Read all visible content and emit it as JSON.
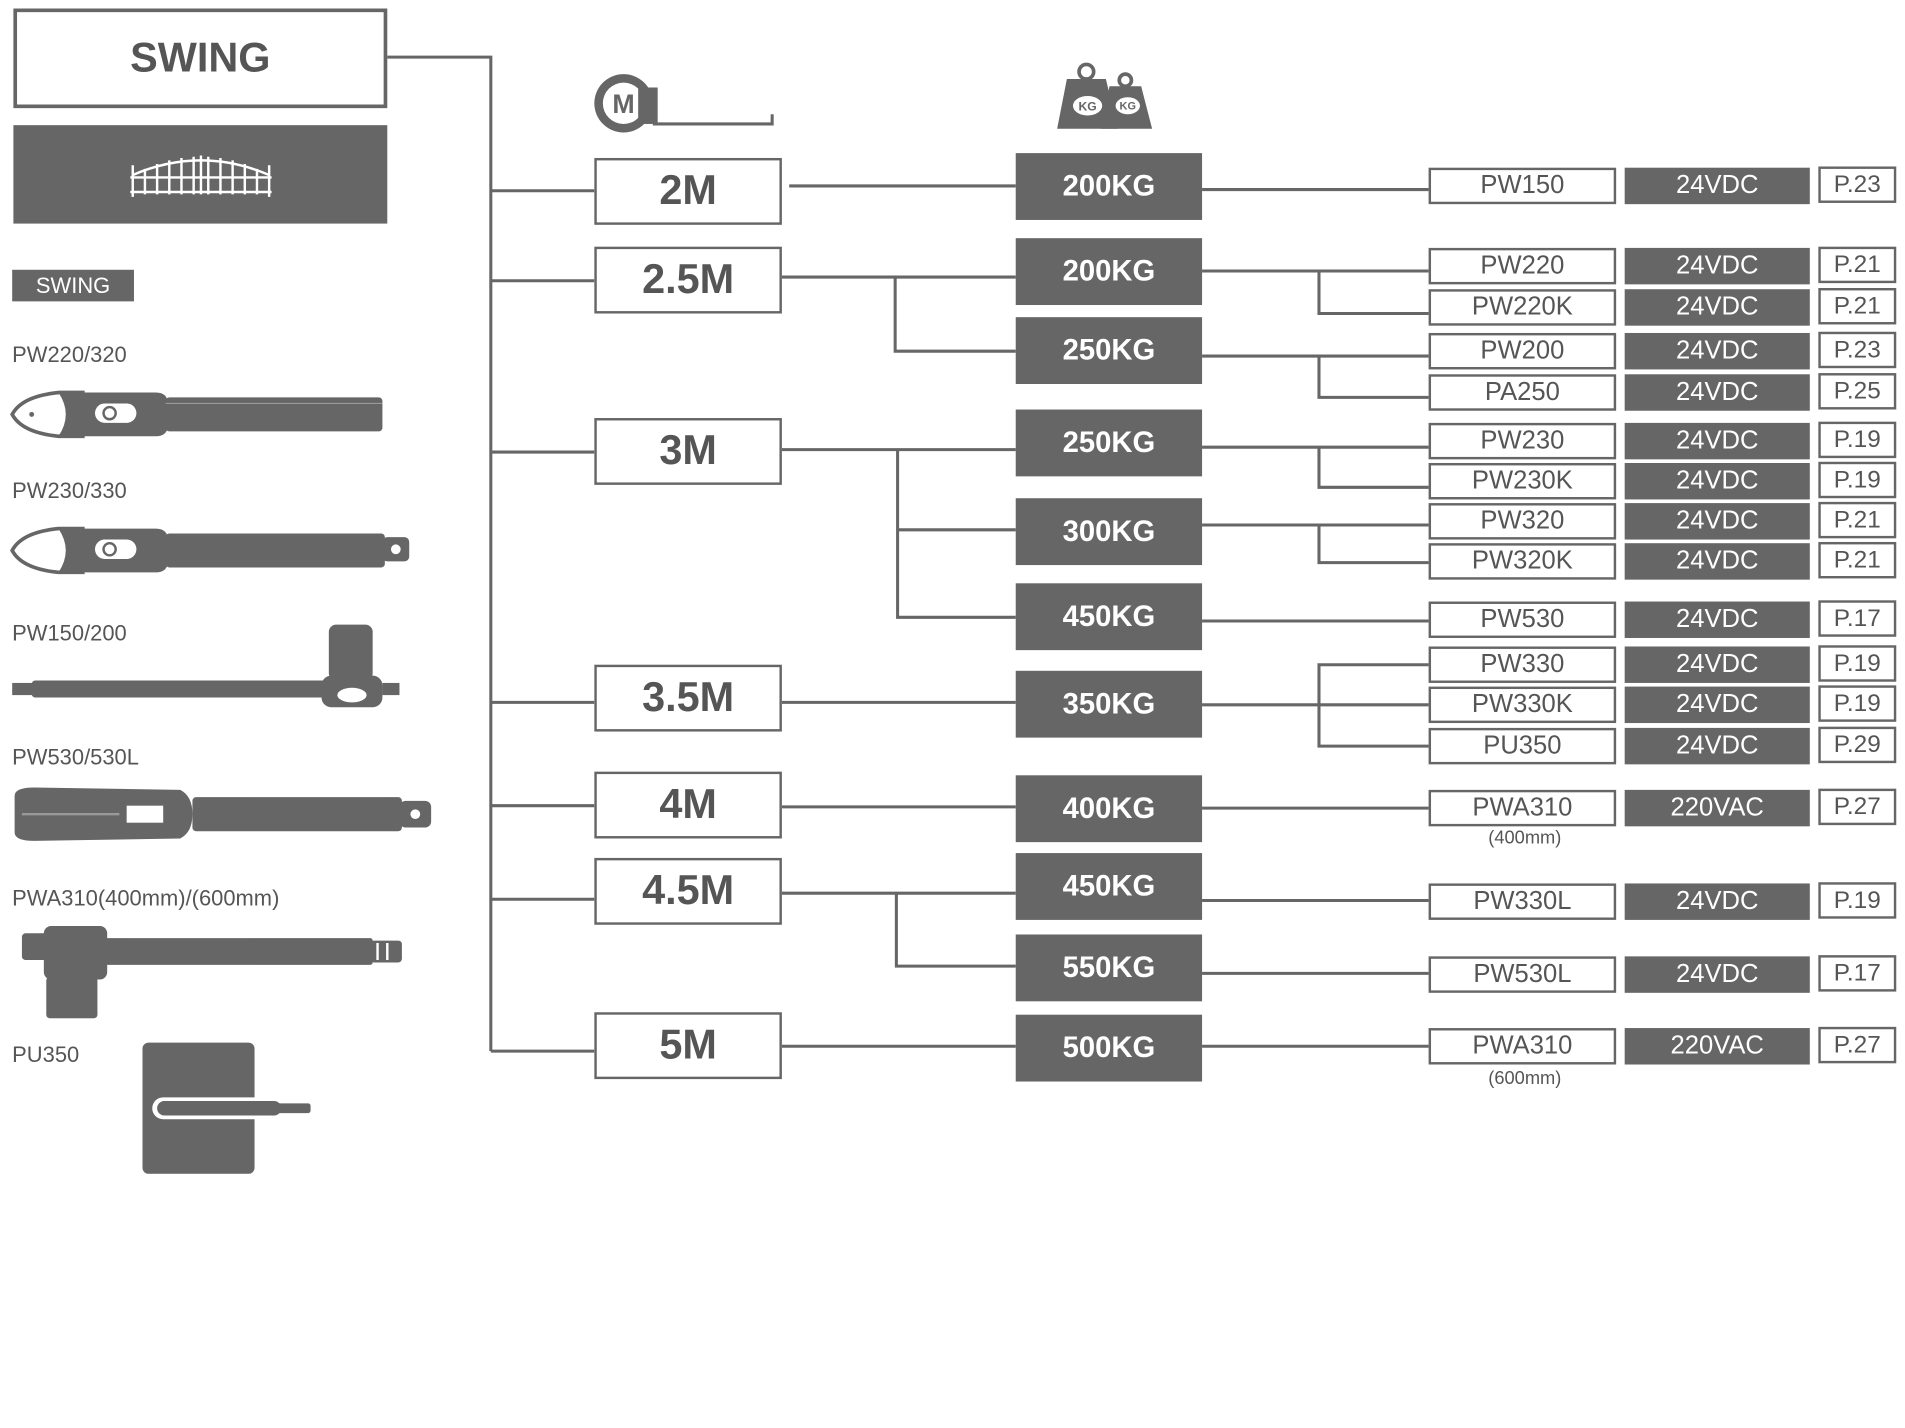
{
  "header": {
    "title": "SWING",
    "tag": "SWING"
  },
  "icons": {
    "measure": "tape-measure-icon",
    "weight": "kg-weights-icon",
    "gate": "swing-gate-icon",
    "weight_labels": [
      "KG",
      "KG"
    ]
  },
  "colors": {
    "dark": "#666666",
    "text": "#555555",
    "background": "#ffffff"
  },
  "products": [
    {
      "label": "PW220/320",
      "image": "pw220-320-actuator"
    },
    {
      "label": "PW230/330",
      "image": "pw230-330-actuator"
    },
    {
      "label": "PW150/200",
      "image": "pw150-200-arm-actuator"
    },
    {
      "label": "PW530/530L",
      "image": "pw530-530l-actuator"
    },
    {
      "label": "PWA310(400mm)/(600mm)",
      "image": "pwa310-linear-actuator"
    },
    {
      "label": "PU350",
      "image": "pu350-underground-unit"
    }
  ],
  "lengths": [
    "2M",
    "2.5M",
    "3M",
    "3.5M",
    "4M",
    "4.5M",
    "5M"
  ],
  "weights": [
    "200KG",
    "200KG",
    "250KG",
    "250KG",
    "300KG",
    "450KG",
    "350KG",
    "400KG",
    "450KG",
    "550KG",
    "500KG"
  ],
  "models": [
    {
      "name": "PW150",
      "voltage": "24VDC",
      "page": "P.23"
    },
    {
      "name": "PW220",
      "voltage": "24VDC",
      "page": "P.21"
    },
    {
      "name": "PW220K",
      "voltage": "24VDC",
      "page": "P.21"
    },
    {
      "name": "PW200",
      "voltage": "24VDC",
      "page": "P.23"
    },
    {
      "name": "PA250",
      "voltage": "24VDC",
      "page": "P.25"
    },
    {
      "name": "PW230",
      "voltage": "24VDC",
      "page": "P.19"
    },
    {
      "name": "PW230K",
      "voltage": "24VDC",
      "page": "P.19"
    },
    {
      "name": "PW320",
      "voltage": "24VDC",
      "page": "P.21"
    },
    {
      "name": "PW320K",
      "voltage": "24VDC",
      "page": "P.21"
    },
    {
      "name": "PW530",
      "voltage": "24VDC",
      "page": "P.17"
    },
    {
      "name": "PW330",
      "voltage": "24VDC",
      "page": "P.19"
    },
    {
      "name": "PW330K",
      "voltage": "24VDC",
      "page": "P.19"
    },
    {
      "name": "PU350",
      "voltage": "24VDC",
      "page": "P.29"
    },
    {
      "name": "PWA310",
      "voltage": "220VAC",
      "page": "P.27",
      "note": "(400mm)"
    },
    {
      "name": "PW330L",
      "voltage": "24VDC",
      "page": "P.19"
    },
    {
      "name": "PW530L",
      "voltage": "24VDC",
      "page": "P.17"
    },
    {
      "name": "PWA310",
      "voltage": "220VAC",
      "page": "P.27",
      "note": "(600mm)"
    }
  ]
}
